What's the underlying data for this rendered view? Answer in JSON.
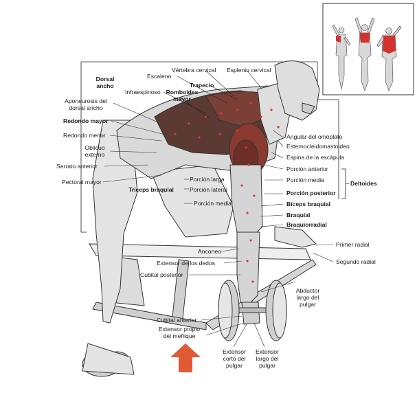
{
  "labels": {
    "vertebra_cervical": "Vértebra cervical",
    "esplenio_cervical": "Esplenio cervical",
    "escaleno": "Escaleno",
    "trapecio": "Trapecio",
    "dorsal_ancho": "Dorsal\nancho",
    "infraespinoso": "Infraespinoso",
    "romboides_mayor": "Romboides\nmayor",
    "aponeurosis": "Aponeurosis del\ndorsal ancho",
    "redondo_mayor": "Redondo mayor",
    "redondo_menor": "Redondo menor",
    "oblicuo_externo": "Oblicuo\nexterno",
    "serrato_anterior": "Serrato anterior",
    "pectoral_mayor": "Pectoral mayor",
    "triceps_braquial": "Tríceps braquial",
    "porcion_larga": "Porción larga",
    "porcion_lateral": "Porción lateral",
    "porcion_media_t": "Porción media",
    "angular_omoplato": "Angular del omóplato",
    "esternocleido": "Esternocleidomastoideo",
    "espina_escapula": "Espina de la escápula",
    "porcion_anterior": "Porción anterior",
    "porcion_media_d": "Porción media",
    "porcion_posterior": "Porción posterior",
    "deltoides": "Deltoides",
    "biceps_braquial": "Bíceps braquial",
    "braquial": "Braquial",
    "braquiorradial": "Braquiorradial",
    "primer_radial": "Primer radial",
    "segundo_radial": "Segundo radial",
    "anconeo": "Anconeo",
    "extensor_dedos": "Extensor de los dedos",
    "cubital_posterior": "Cubital posterior",
    "abductor_largo": "Abductor\nlargo del\npulgar",
    "cubital_anterior": "Cubital anterior",
    "extensor_menique": "Extensor propio\ndel meñique",
    "extensor_corto": "Extensor\ncorto del\npulgar",
    "extensor_largo": "Extensor\nlargo del\npulgar"
  },
  "colors": {
    "muscle": "#b5302c",
    "muscle_dark": "#5b3a34",
    "arrow": "#e05a35",
    "line": "#222222"
  }
}
